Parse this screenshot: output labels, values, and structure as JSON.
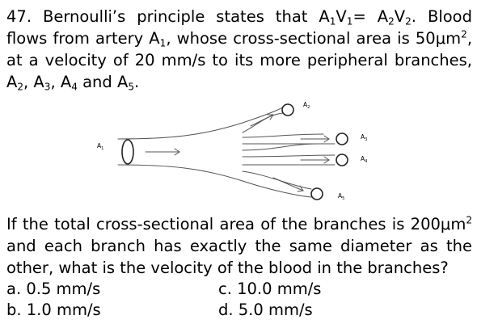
{
  "stem": {
    "t1": "47. Bernoulli’s principle states that A",
    "s1": "1",
    "t2": "V",
    "s2": "1",
    "t3": "= A",
    "s3": "2",
    "t4": "V",
    "s4": "2",
    "t5": ". Blood flows from artery A",
    "s5": "1",
    "t6": ", whose cross-sectional area is 50",
    "u1": "μ",
    "t7": "m",
    "p1": "2",
    "t8": ", at a velocity of 20 mm/s to its more peripheral branches, A",
    "s6": "2",
    "t9": ", A",
    "s7": "3",
    "t10": ", A",
    "s8": "4",
    "t11": " and A",
    "s9": "5",
    "t12": "."
  },
  "figure": {
    "labels": [
      {
        "base": "A",
        "sub": "1"
      },
      {
        "base": "A",
        "sub": "2"
      },
      {
        "base": "A",
        "sub": "3"
      },
      {
        "base": "A",
        "sub": "4"
      },
      {
        "base": "A",
        "sub": "5"
      }
    ]
  },
  "question": {
    "t1": "If the total cross-sectional area of the branches is 200",
    "u1": "μ",
    "t2": "m",
    "p1": "2",
    "t3": " and each branch has exactly the same diameter as the other, what is the velocity of the blood in the branches?"
  },
  "options": [
    {
      "label": "a. 0.5 mm/s"
    },
    {
      "label": "b. 1.0 mm/s"
    },
    {
      "label": "c. 10.0 mm/s"
    },
    {
      "label": "d. 5.0 mm/s"
    }
  ]
}
